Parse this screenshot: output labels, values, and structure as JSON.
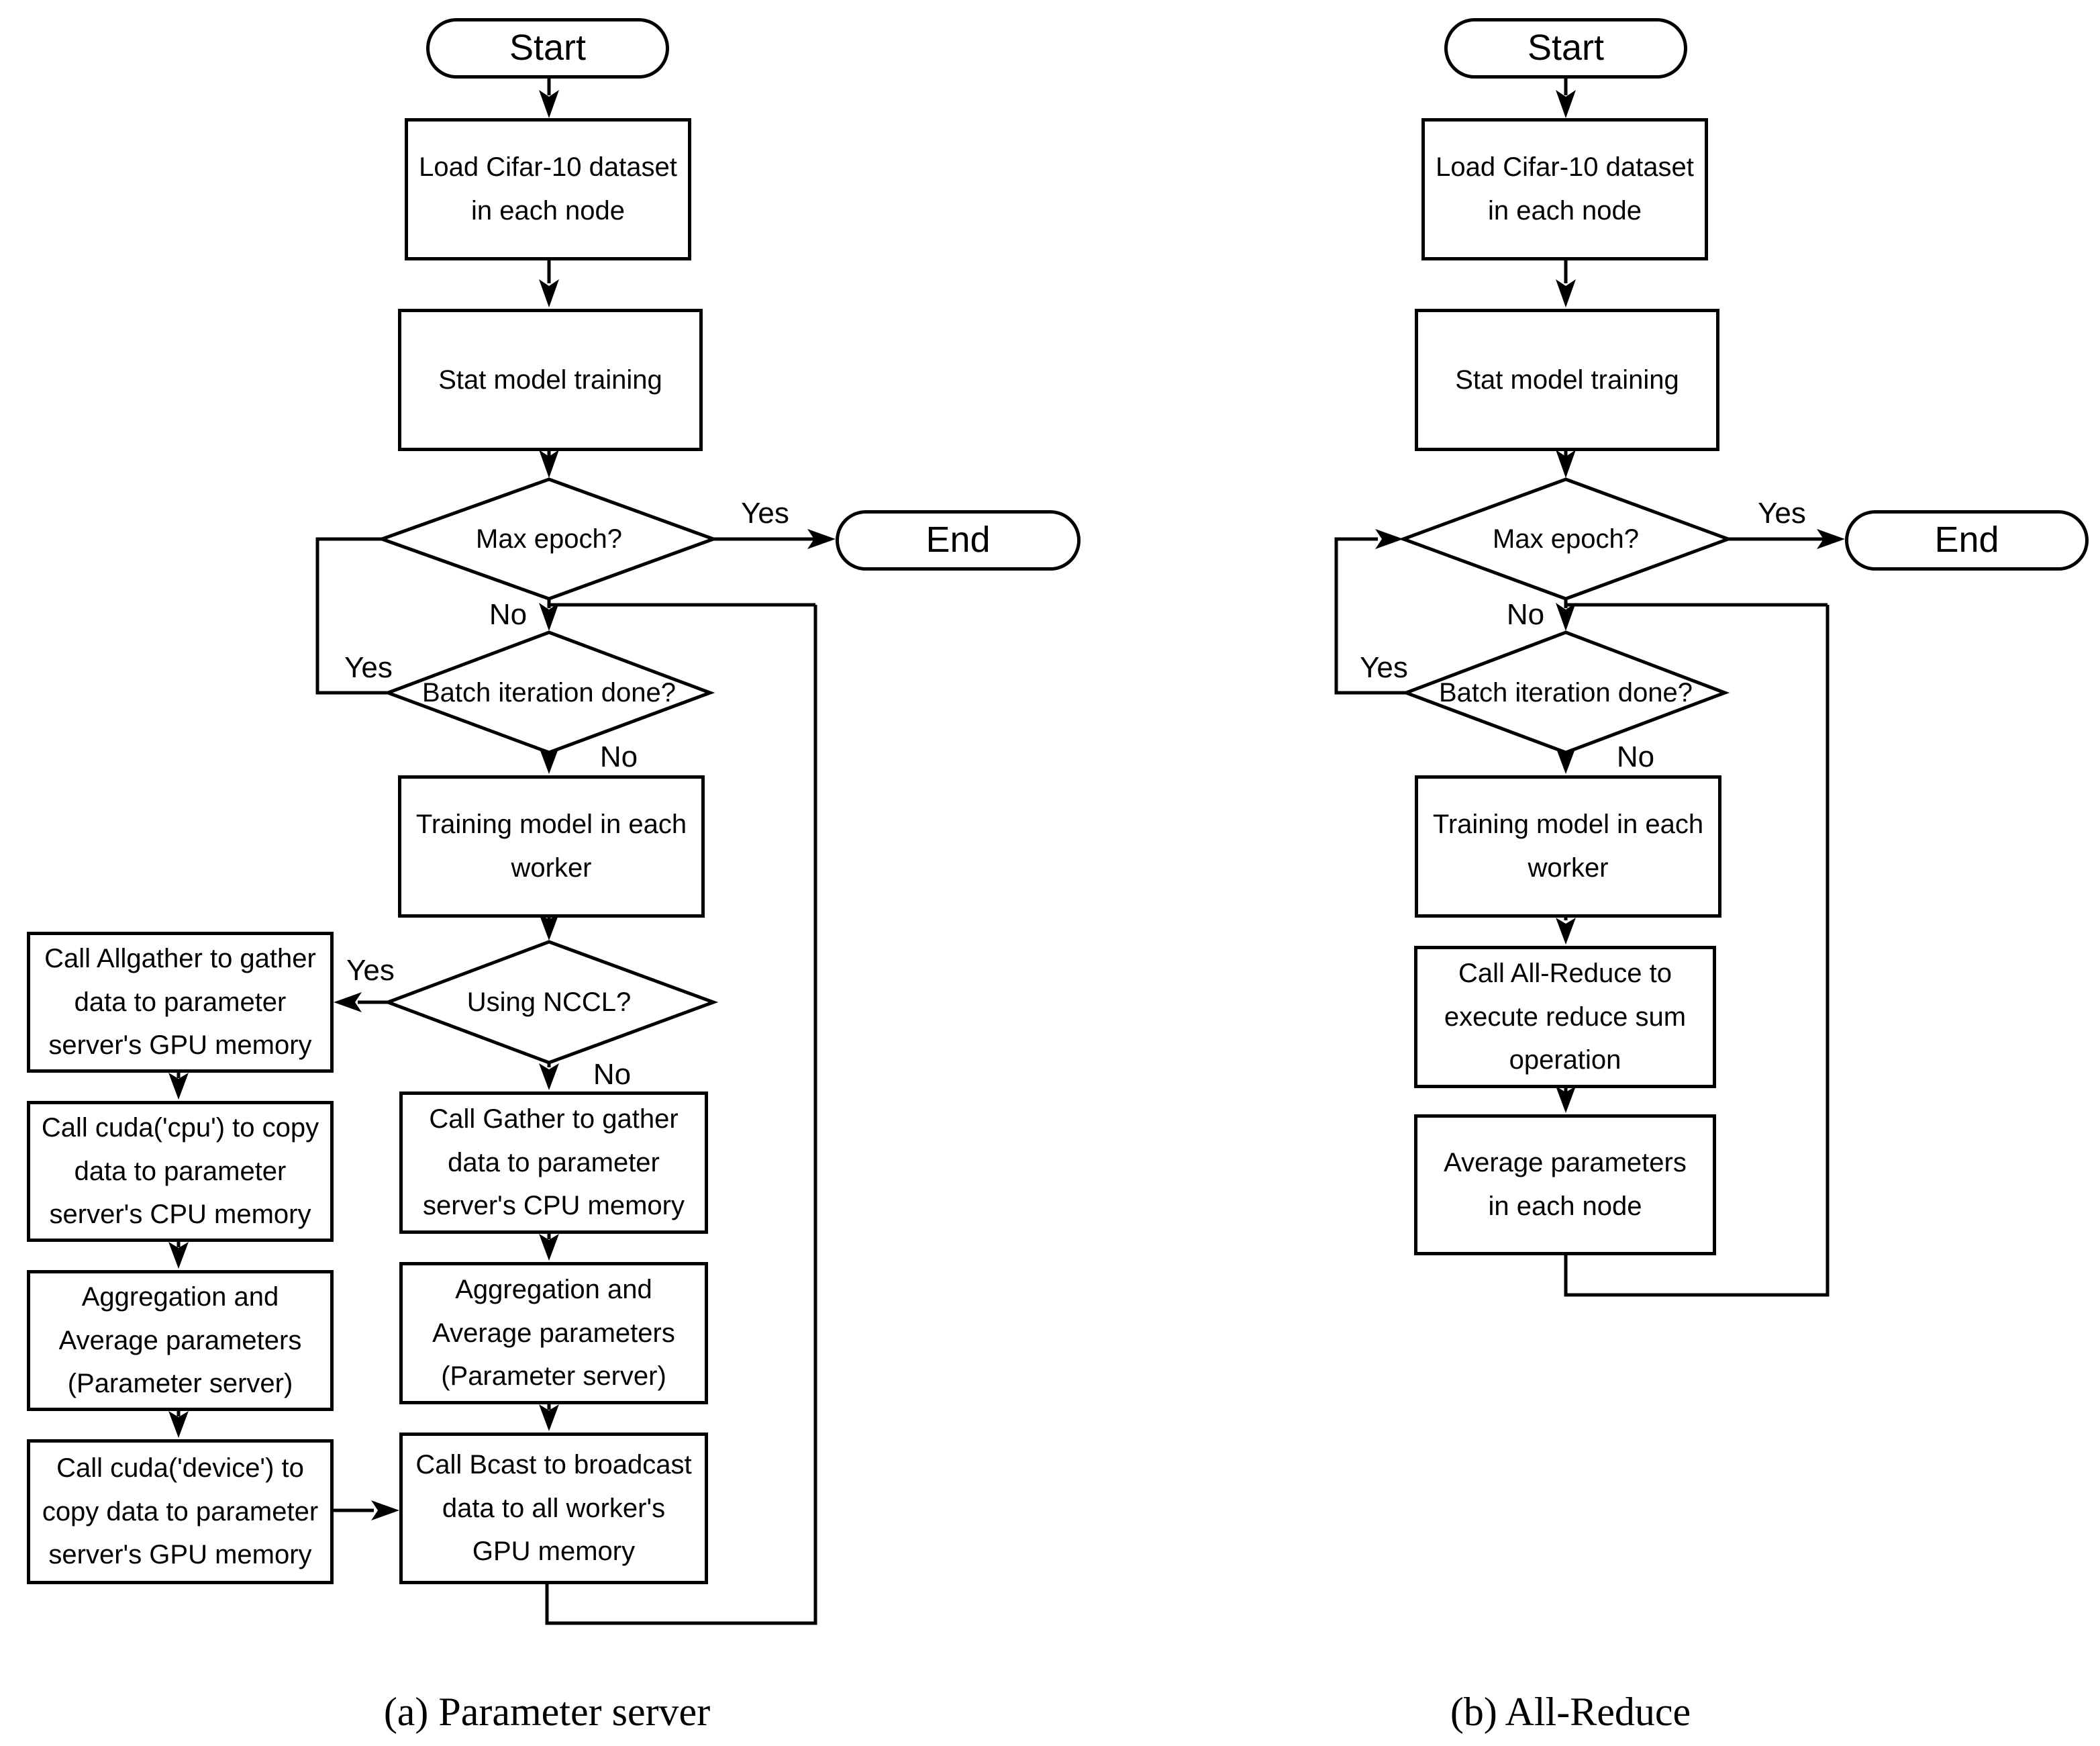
{
  "colors": {
    "stroke": "#000000",
    "background": "#ffffff"
  },
  "charts": [
    {
      "id": "a",
      "caption": "(a) Parameter server",
      "nodes": {
        "start": "Start",
        "load": "Load Cifar-10 dataset\nin each node",
        "stat": "Stat model training",
        "max_epoch": "Max epoch?",
        "end": "End",
        "batch_done": "Batch iteration done?",
        "training": "Training model in each\nworker",
        "using_nccl": "Using NCCL?",
        "allgather": "Call Allgather to gather\ndata to parameter\nserver's GPU memory",
        "cuda_cpu": "Call cuda('cpu') to copy\ndata to parameter\nserver's CPU memory",
        "agg_left": "Aggregation and\nAverage parameters\n(Parameter server)",
        "cuda_device": "Call cuda('device') to\ncopy data to parameter\nserver's GPU memory",
        "gather": "Call Gather to gather\ndata to parameter\nserver's CPU memory",
        "agg_mid": "Aggregation and\nAverage parameters\n(Parameter server)",
        "bcast": "Call Bcast to broadcast\ndata to all worker's\nGPU memory"
      },
      "labels": {
        "yes_end": "Yes",
        "no_max": "No",
        "yes_batch": "Yes",
        "no_batch": "No",
        "yes_nccl": "Yes",
        "no_nccl": "No"
      }
    },
    {
      "id": "b",
      "caption": "(b) All-Reduce",
      "nodes": {
        "start": "Start",
        "load": "Load Cifar-10 dataset\nin each node",
        "stat": "Stat model training",
        "max_epoch": "Max epoch?",
        "end": "End",
        "batch_done": "Batch iteration done?",
        "training": "Training model in each\nworker",
        "allreduce": "Call All-Reduce to\nexecute reduce sum\noperation",
        "average": "Average parameters\nin each node"
      },
      "labels": {
        "yes_end": "Yes",
        "no_max": "No",
        "yes_batch": "Yes",
        "no_batch": "No"
      }
    }
  ]
}
